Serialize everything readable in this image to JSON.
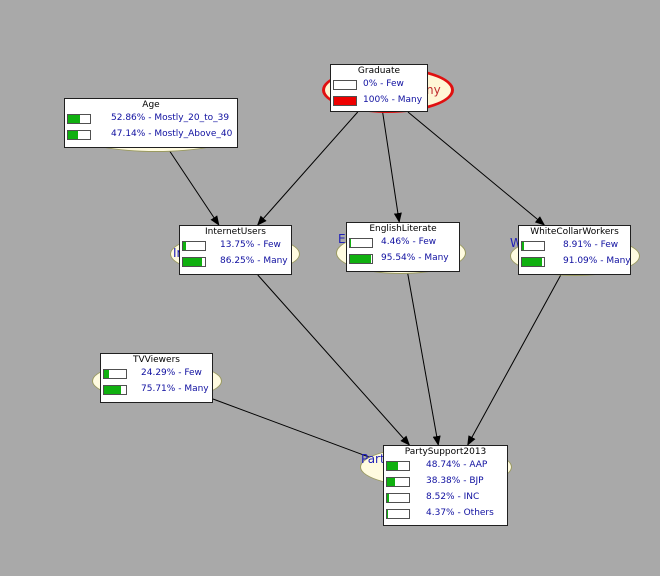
{
  "colors": {
    "background": "#a9a9a9",
    "bar_fill": "#10b010",
    "bar_highlight": "#ee0000",
    "label_text": "#1010a0",
    "edge": "#000000"
  },
  "ghost_labels": {
    "graduate": "ny",
    "english": "E",
    "internet": "In",
    "white_collar": "W",
    "party": "Part"
  },
  "nodes": [
    {
      "id": "graduate",
      "title": "Graduate",
      "highlight": true,
      "states": [
        {
          "pct": "0%",
          "name": "Few",
          "value": 0.0
        },
        {
          "pct": "100%",
          "name": "Many",
          "value": 1.0,
          "color": "red"
        }
      ]
    },
    {
      "id": "age",
      "title": "Age",
      "highlight": false,
      "states": [
        {
          "pct": "52.86%",
          "name": "Mostly_20_to_39",
          "value": 0.5286
        },
        {
          "pct": "47.14%",
          "name": "Mostly_Above_40",
          "value": 0.4714
        }
      ]
    },
    {
      "id": "internet",
      "title": "InternetUsers",
      "highlight": false,
      "states": [
        {
          "pct": "13.75%",
          "name": "Few",
          "value": 0.1375
        },
        {
          "pct": "86.25%",
          "name": "Many",
          "value": 0.8625
        }
      ]
    },
    {
      "id": "english",
      "title": "EnglishLiterate",
      "highlight": false,
      "states": [
        {
          "pct": "4.46%",
          "name": "Few",
          "value": 0.0446
        },
        {
          "pct": "95.54%",
          "name": "Many",
          "value": 0.9554
        }
      ]
    },
    {
      "id": "white_collar",
      "title": "WhiteCollarWorkers",
      "highlight": false,
      "states": [
        {
          "pct": "8.91%",
          "name": "Few",
          "value": 0.0891
        },
        {
          "pct": "91.09%",
          "name": "Many",
          "value": 0.9109
        }
      ]
    },
    {
      "id": "tv",
      "title": "TVViewers",
      "highlight": false,
      "states": [
        {
          "pct": "24.29%",
          "name": "Few",
          "value": 0.2429
        },
        {
          "pct": "75.71%",
          "name": "Many",
          "value": 0.7571
        }
      ]
    },
    {
      "id": "party",
      "title": "PartySupport2013",
      "highlight": false,
      "states": [
        {
          "pct": "48.74%",
          "name": "AAP",
          "value": 0.4874
        },
        {
          "pct": "38.38%",
          "name": "BJP",
          "value": 0.3838
        },
        {
          "pct": "8.52%",
          "name": "INC",
          "value": 0.0852
        },
        {
          "pct": "4.37%",
          "name": "Others",
          "value": 0.0437
        }
      ]
    }
  ],
  "edges": [
    {
      "from": "graduate",
      "to": "internet"
    },
    {
      "from": "graduate",
      "to": "english"
    },
    {
      "from": "graduate",
      "to": "white_collar"
    },
    {
      "from": "age",
      "to": "internet"
    },
    {
      "from": "internet",
      "to": "party"
    },
    {
      "from": "english",
      "to": "party"
    },
    {
      "from": "white_collar",
      "to": "party"
    },
    {
      "from": "tv",
      "to": "party"
    }
  ]
}
